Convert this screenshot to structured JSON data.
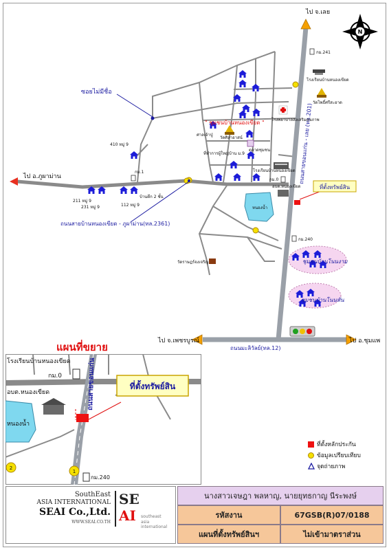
{
  "colors": {
    "road": "#8a8a8a",
    "highway": "#9aa0a8",
    "water": "#7fd8ef",
    "community": "#f6d6f0",
    "house": "#1c1cd8",
    "label_blue": "#1a1aa0",
    "title_red": "#e01010",
    "marker_red": "#ee1111",
    "callout_bg": "#ffffc2",
    "footer_purple": "#e6d0ee",
    "footer_peach": "#f6c79a"
  },
  "map": {
    "dest_north": "ไป จ.เลย",
    "dest_west": "ไป อ.ภูผาม่าน",
    "dest_southwest": "ไป จ.เพชรบูรณ์",
    "dest_east": "ไป อ.ชุมแพ",
    "soi": "ซอยไม่มีชื่อ",
    "road_2361": "ถนนสายบ้านหนองเขียด - ภูผาม่าน(ทล.2361)",
    "road_201": "ถนนสายขอนแก่น - เลย (ทล.201)",
    "road_12": "ถนนมะลิวัลย์(ทล.12)",
    "community_main": "\" ชุมชนบ้านหนองเขียด \"",
    "community_a": "ชุมชนบ้านโนนงาม",
    "community_b": "ชุมชนบ้านโนนหัน",
    "asset_label": "ที่ตั้งทรัพย์สิน",
    "water_label": "หนองน้ำ",
    "labels": {
      "km241": "กม.241",
      "school_north": "โรงเรียนบ้านหนองเขียด",
      "temple_north": "วัดโพธิ์ศรีสะอาด",
      "temple_center": "วัดศิลาอาสน์",
      "shrine": "ศาลเจ้าปู่",
      "hospital": "โรงพยาบาลส่งเสริมสุขภาพ",
      "market": "ตลาดชุมชน",
      "village_office": "ที่ทำการผู้ใหญ่บ้าน ม.9",
      "school_center": "โรงเรียนบ้านหนองเขียด",
      "h410": "410 หมู่ 9",
      "km1": "กม.1",
      "house_2": "บ้านตึก 2 ชั้น",
      "h211": "211 หมู่ 9",
      "h231": "231 หมู่ 9",
      "h112": "112 หมู่ 9",
      "km0": "กม.0",
      "obt": "อบต.หนองเขียด",
      "km240": "กม.240",
      "temple_south": "วัดราษฎร์จงเจริญ"
    }
  },
  "inset": {
    "title": "แผนที่ขยาย",
    "school": "โรงเรียนบ้านหนองเขียด",
    "km0": "กม.0",
    "obt": "อบต.หนองเขียด",
    "water": "หนองน้ำ",
    "road": "ถนนสายขอนแก่น",
    "asset": "ที่ตั้งทรัพย์สิน",
    "km240": "กม.240",
    "marker_1": "1",
    "marker_2": "2"
  },
  "legend": {
    "items": [
      {
        "icon": "red-square",
        "label": "ที่ตั้งหลักประกัน"
      },
      {
        "icon": "yellow-circle",
        "label": "ข้อมูลเปรียบเทียบ"
      },
      {
        "icon": "camera-triangle",
        "label": "จุดถ่ายภาพ"
      }
    ]
  },
  "logo": {
    "line1": "SouthEast",
    "line2": "ASIA INTERNATIONAL",
    "line3": "SEAI Co.,Ltd.",
    "website": "WWW.SEAI.CO.TH",
    "mark_top": "SE",
    "mark_bottom": "AI",
    "tagline_1": "southeast",
    "tagline_2": "asia international"
  },
  "footer": {
    "owner": "นางสาวเจษฎา  พลหาญ, นายยุทธกาญ  นีระพงษ์",
    "code_label": "รหัสงาน",
    "code_value": "67GSB(R)07/0188",
    "map_label": "แผนที่ตั้งทรัพย์สินฯ",
    "scale_note": "ไม่เข้ามาตราส่วน"
  }
}
